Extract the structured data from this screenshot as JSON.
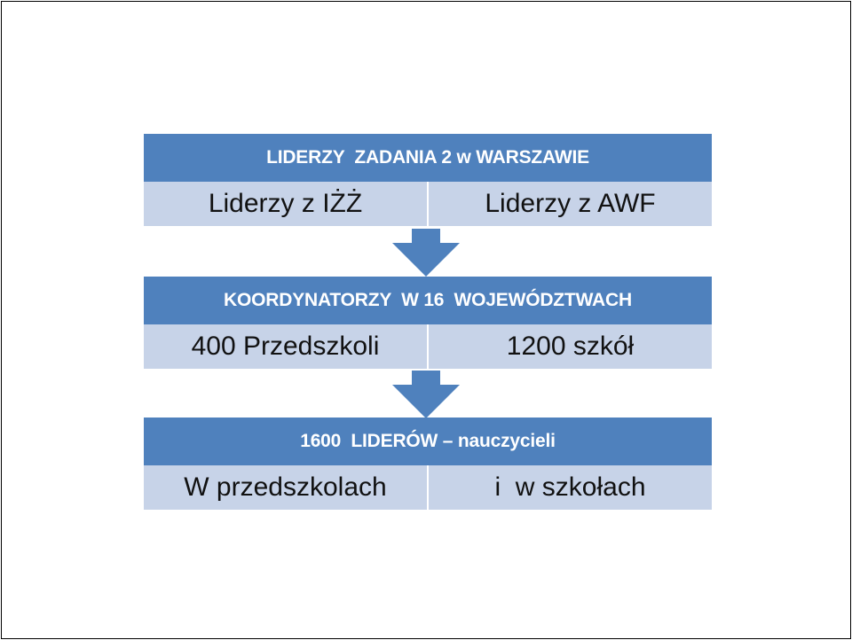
{
  "colors": {
    "header_bg": "#4f81bd",
    "row_bg": "#c7d3e8",
    "arrow": "#4f81bd"
  },
  "blocks": [
    {
      "header": "LIDERZY  ZADANIA 2 w WARSZAWIE",
      "left": "Liderzy z IŻŻ",
      "right": "Liderzy z AWF"
    },
    {
      "header": "KOORDYNATORZY  W 16  WOJEWÓDZTWACH",
      "left": "400 Przedszkoli",
      "right": "1200 szkół"
    },
    {
      "header": "1600  LIDERÓW – nauczycieli",
      "left": "W przedszkolach",
      "right": "i  w szkołach"
    }
  ]
}
